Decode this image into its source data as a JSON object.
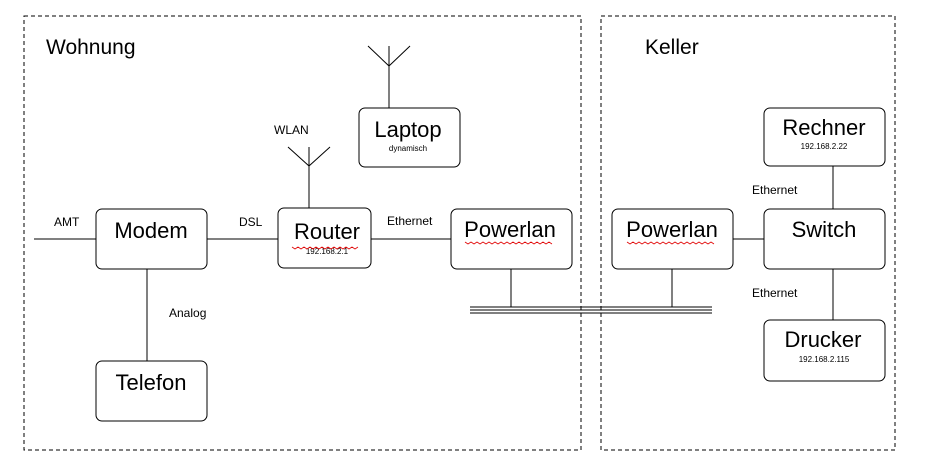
{
  "zones": {
    "wohnung": "Wohnung",
    "keller": "Keller"
  },
  "devices": {
    "modem": {
      "label": "Modem"
    },
    "telefon": {
      "label": "Telefon"
    },
    "router": {
      "label": "Router",
      "ip": "192.168.2.1"
    },
    "laptop": {
      "label": "Laptop",
      "sub": "dynamisch"
    },
    "powerlan_home": {
      "label": "Powerlan"
    },
    "powerlan_cellar": {
      "label": "Powerlan"
    },
    "switch": {
      "label": "Switch"
    },
    "rechner": {
      "label": "Rechner",
      "ip": "192.168.2.22"
    },
    "drucker": {
      "label": "Drucker",
      "ip": "192.168.2.115"
    }
  },
  "connections": {
    "amt": "AMT",
    "dsl": "DSL",
    "analog": "Analog",
    "wlan": "WLAN",
    "ethernet_router": "Ethernet",
    "ethernet_rechner": "Ethernet",
    "ethernet_drucker": "Ethernet"
  }
}
